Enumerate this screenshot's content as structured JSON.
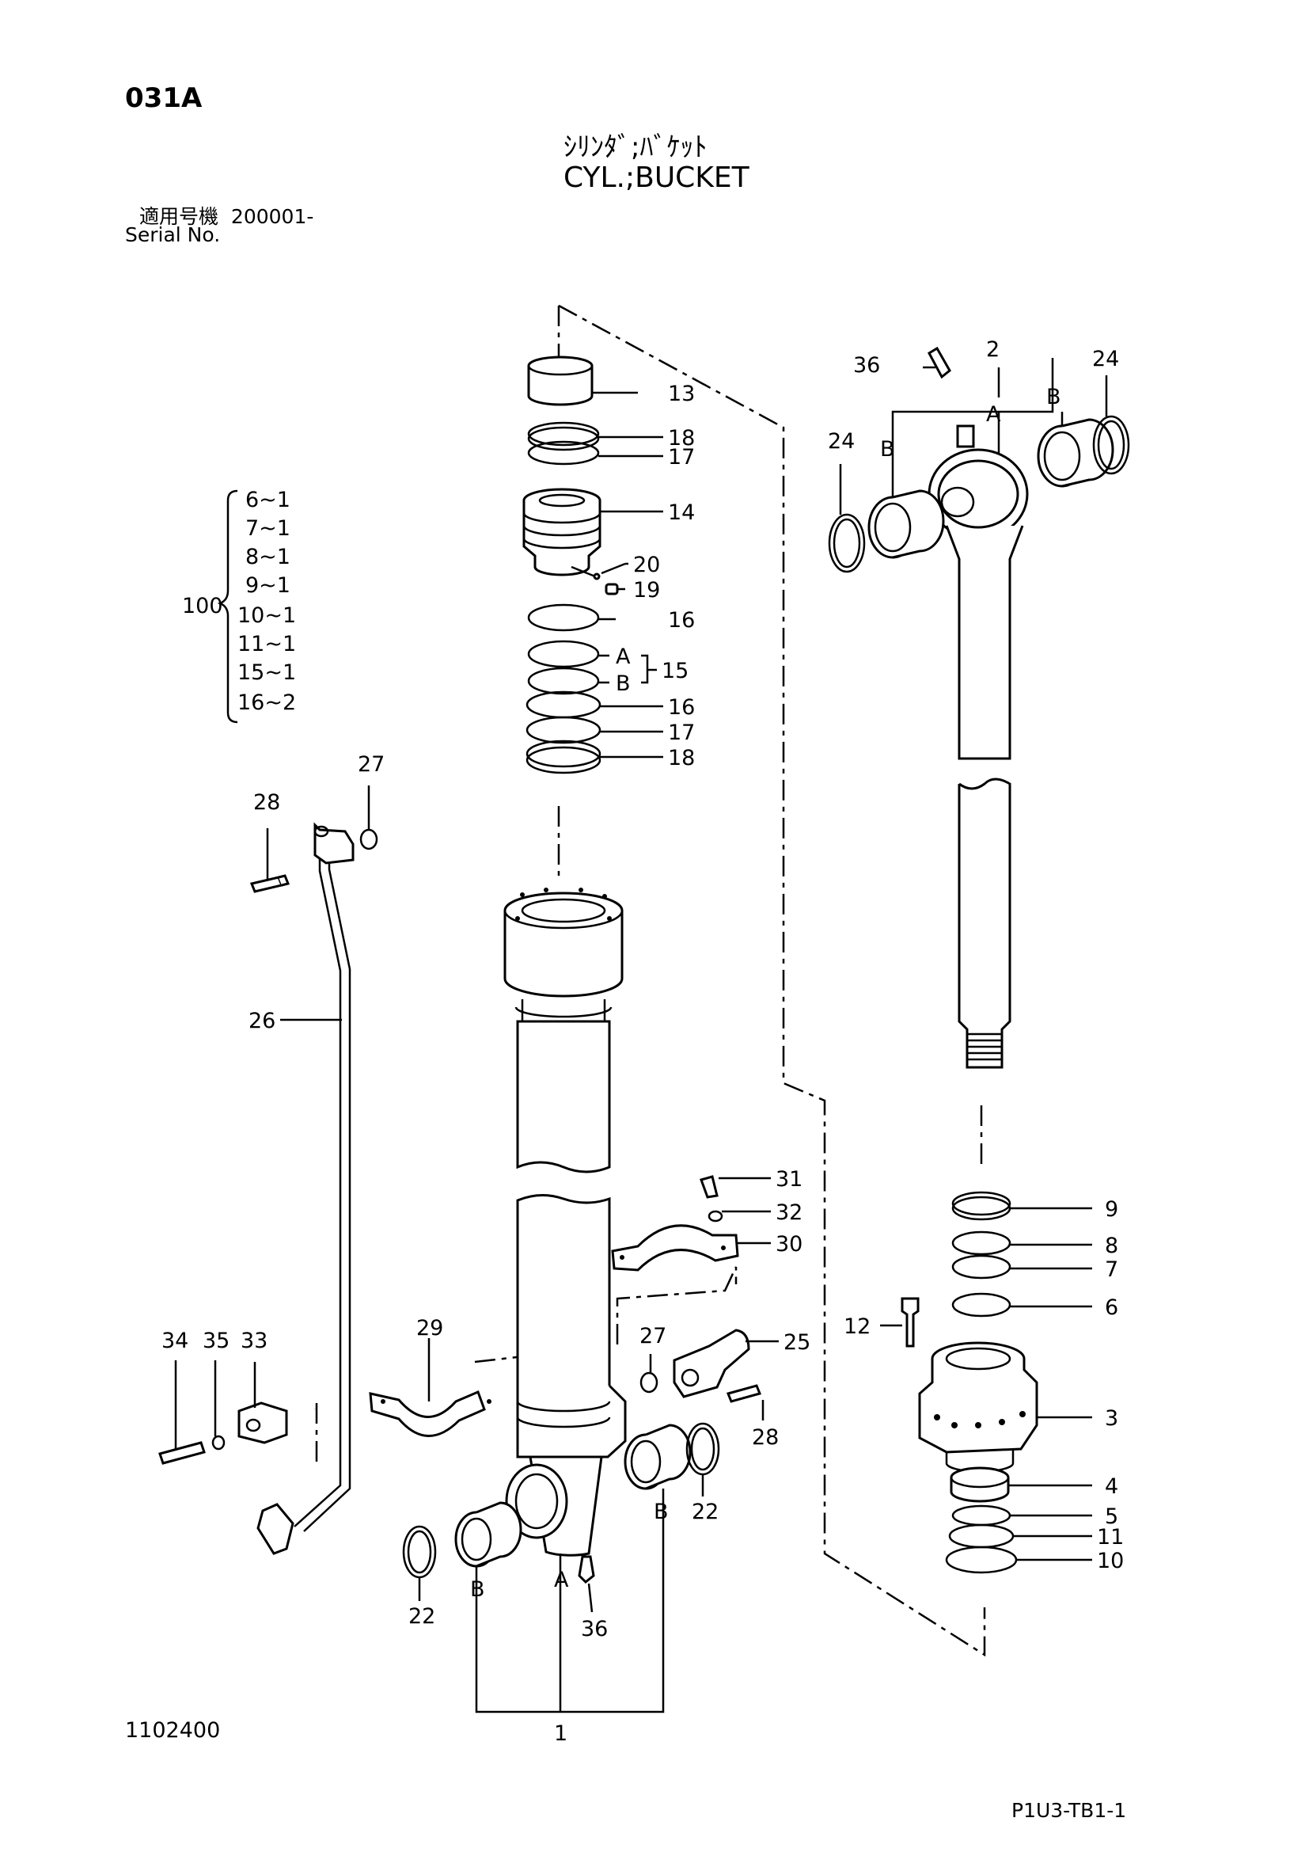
{
  "header": {
    "page_code": "031A",
    "title_jp": "ｼﾘﾝﾀﾞ;ﾊﾞｹｯﾄ",
    "title_en": "CYL.;BUCKET",
    "serial_label_jp": "適用号機",
    "serial_value": "200001-",
    "serial_label_en": "Serial No."
  },
  "footer": {
    "drawing_number": "1102400",
    "sheet_code": "P1U3-TB1-1"
  },
  "kit": {
    "number": "100",
    "items": [
      "6~1",
      "7~1",
      "8~1",
      "9~1",
      "10~1",
      "11~1",
      "15~1",
      "16~2"
    ]
  },
  "callouts": {
    "c1": "1",
    "c2": "2",
    "c3": "3",
    "c4": "4",
    "c5": "5",
    "c6": "6",
    "c7": "7",
    "c8": "8",
    "c9": "9",
    "c10": "10",
    "c11": "11",
    "c12": "12",
    "c13": "13",
    "c14": "14",
    "c15": "15",
    "c16a": "16",
    "c16b": "16",
    "c17a": "17",
    "c17b": "17",
    "c18a": "18",
    "c18b": "18",
    "c19": "19",
    "c20": "20",
    "c22a": "22",
    "c22b": "22",
    "c24a": "24",
    "c24b": "24",
    "c25": "25",
    "c26": "26",
    "c27a": "27",
    "c27b": "27",
    "c28a": "28",
    "c28b": "28",
    "c29": "29",
    "c30": "30",
    "c31": "31",
    "c32": "32",
    "c33": "33",
    "c34": "34",
    "c35": "35",
    "c36a": "36",
    "c36b": "36"
  },
  "letters": {
    "A": "A",
    "B": "B"
  }
}
